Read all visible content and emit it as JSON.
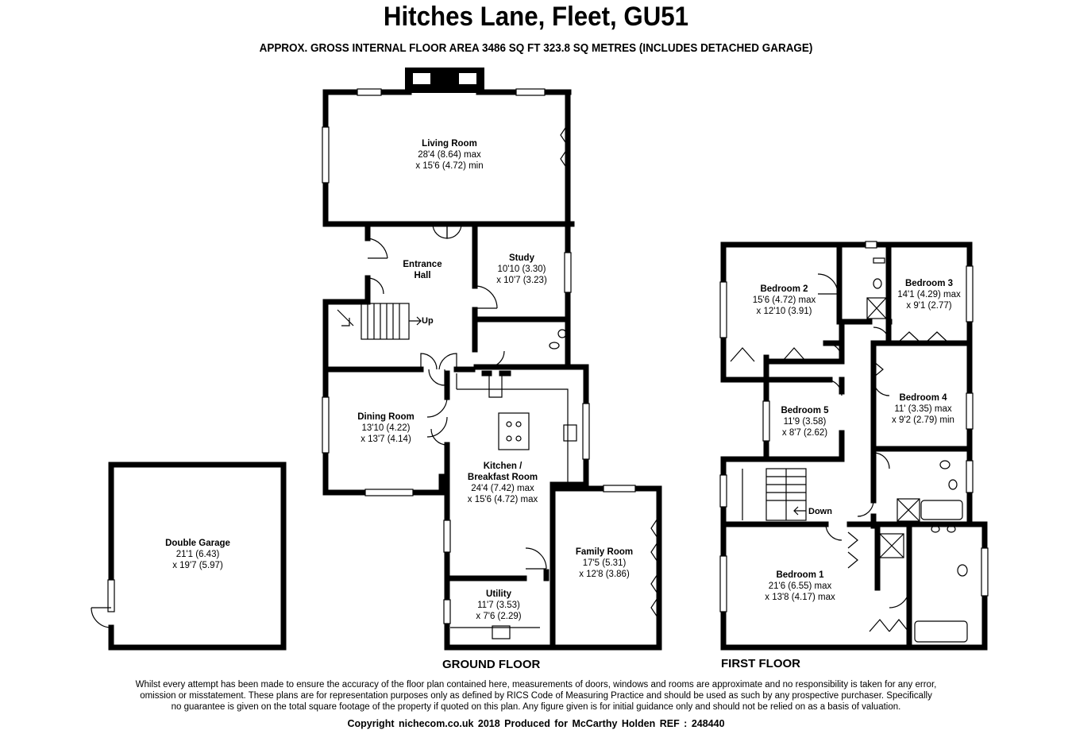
{
  "title": "Hitches Lane, Fleet, GU51",
  "subtitle": "APPROX. GROSS INTERNAL FLOOR AREA 3486 SQ FT 323.8 SQ METRES (INCLUDES DETACHED GARAGE)",
  "rooms": {
    "living": {
      "name": "Living Room",
      "l1": "28'4 (8.64) max",
      "l2": "x 15'6 (4.72) min"
    },
    "entrance": {
      "name": "Entrance",
      "l2": "Hall"
    },
    "study": {
      "name": "Study",
      "l1": "10'10 (3.30)",
      "l2": "x 10'7 (3.23)"
    },
    "dining": {
      "name": "Dining Room",
      "l1": "13'10 (4.22)",
      "l2": "x 13'7 (4.14)"
    },
    "kitchen": {
      "name": "Kitchen /",
      "l1": "Breakfast Room",
      "l2": "24'4 (7.42) max",
      "l3": "x 15'6 (4.72) max"
    },
    "family": {
      "name": "Family Room",
      "l1": "17'5 (5.31)",
      "l2": "x 12'8 (3.86)"
    },
    "utility": {
      "name": "Utility",
      "l1": "11'7 (3.53)",
      "l2": "x 7'6 (2.29)"
    },
    "garage": {
      "name": "Double Garage",
      "l1": "21'1 (6.43)",
      "l2": "x 19'7 (5.97)"
    },
    "bed2": {
      "name": "Bedroom 2",
      "l1": "15'6 (4.72) max",
      "l2": "x 12'10 (3.91)"
    },
    "bed3": {
      "name": "Bedroom 3",
      "l1": "14'1 (4.29) max",
      "l2": "x 9'1 (2.77)"
    },
    "bed4": {
      "name": "Bedroom 4",
      "l1": "11' (3.35) max",
      "l2": "x 9'2 (2.79) min"
    },
    "bed5": {
      "name": "Bedroom 5",
      "l1": "11'9 (3.58)",
      "l2": "x 8'7 (2.62)"
    },
    "bed1": {
      "name": "Bedroom 1",
      "l1": "21'6 (6.55) max",
      "l2": "x 13'8 (4.17) max"
    }
  },
  "stairs": {
    "up": "Up",
    "down": "Down"
  },
  "floors": {
    "ground": "GROUND FLOOR",
    "first": "FIRST FLOOR"
  },
  "disclaimer": {
    "line1": "Whilst every attempt has been made to ensure the accuracy of the floor plan contained here, measurements of doors, windows and rooms are approximate and no responsibility is taken for any error,",
    "line2": "omission or misstatement. These plans are for representation purposes only as defined by RICS Code of Measuring Practice and should be used as such by any prospective purchaser.  Specifically",
    "line3": "no guarantee is given on the total square footage of the property if quoted on this plan. Any figure given is for initial guidance only and should not be relied on as a basis of valuation."
  },
  "copyright": "Copyright nichecom.co.uk 2018    Produced for McCarthy Holden    REF : 248440",
  "colors": {
    "wall": "#000000",
    "background": "#ffffff"
  }
}
